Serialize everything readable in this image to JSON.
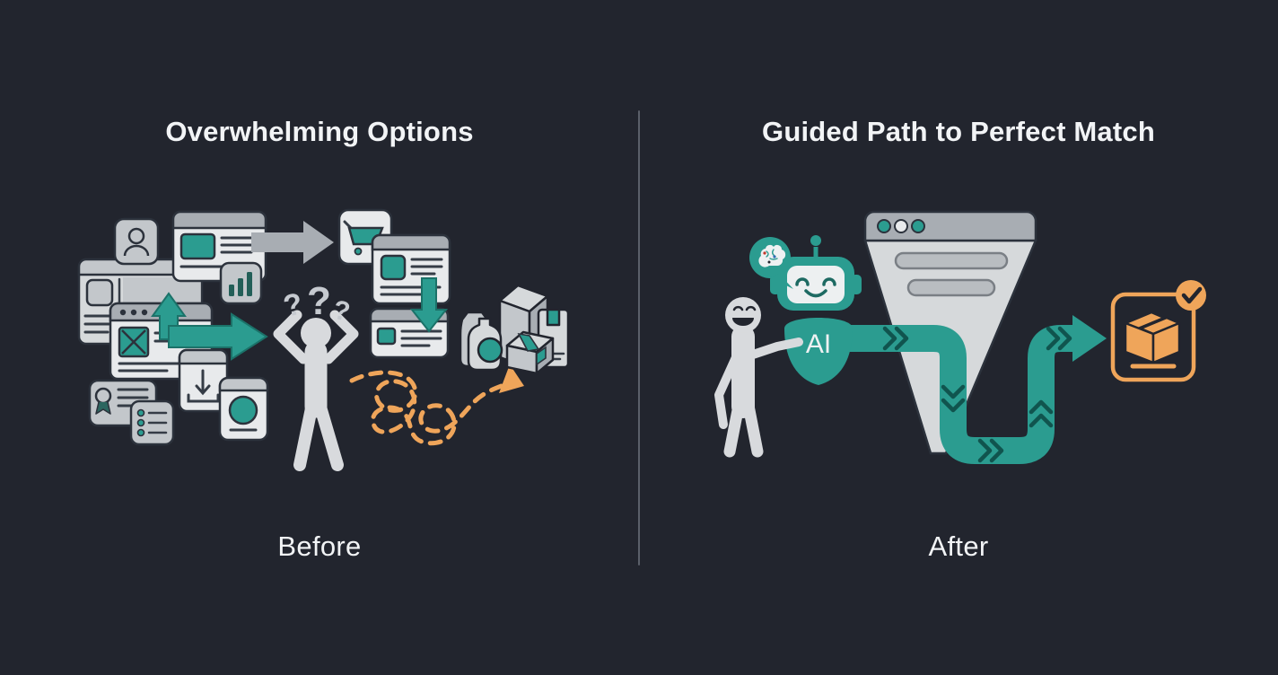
{
  "left_panel": {
    "title": "Overwhelming Options",
    "caption": "Before",
    "question_marks": [
      "?",
      "?",
      "?"
    ],
    "icon_names": [
      "user-profile-card",
      "product-listing-card",
      "bar-chart-card",
      "webpage-card",
      "image-webpage-card",
      "shopping-cart-icon",
      "product-detail-card",
      "compact-listing-card",
      "download-icon",
      "certificate-icon",
      "checklist-icon",
      "app-tile-card",
      "up-arrow-icon",
      "right-arrow-icon",
      "down-arrow-icon",
      "flow-arrow-icon",
      "confused-person",
      "question-marks",
      "tangled-path-arrow",
      "package-pile"
    ]
  },
  "right_panel": {
    "title": "Guided Path to Perfect Match",
    "caption": "After",
    "robot_label": "AI",
    "icon_names": [
      "happy-person",
      "brain-speech-bubble-icon",
      "ai-robot",
      "filter-funnel-window",
      "guided-path-arrow",
      "matched-package-icon",
      "checkmark-badge-icon"
    ]
  },
  "colors": {
    "background": "#22252e",
    "text": "#f2f4f6",
    "teal": "#2b9c90",
    "teal_dark": "#10544e",
    "orange": "#efa55a",
    "card_white": "#e8eaec",
    "card_gray": "#c3c7cb",
    "card_header_gray": "#a8adb3",
    "figure_gray": "#d8dadd",
    "outline_dark": "#2c323c",
    "divider": "#5a5f69"
  }
}
